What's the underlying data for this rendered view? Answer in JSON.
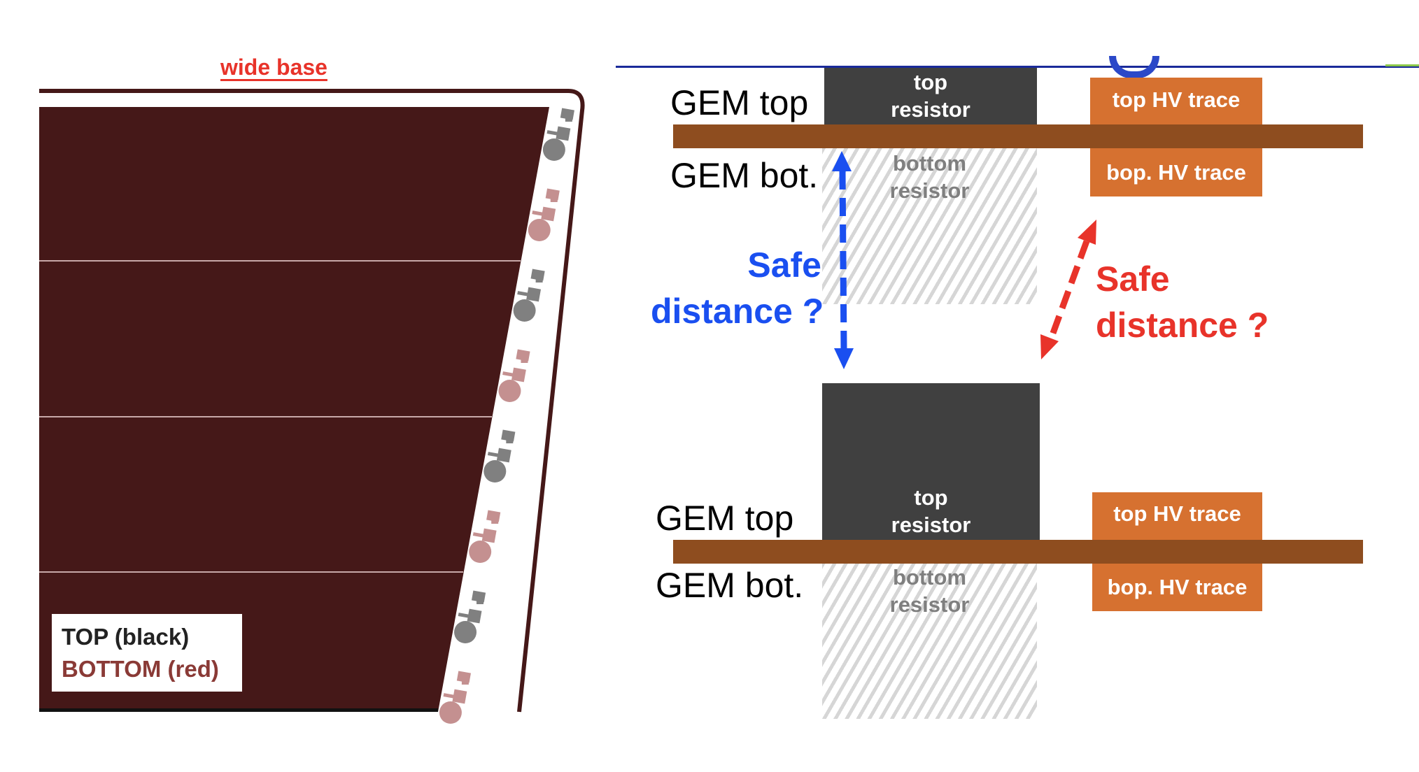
{
  "left_panel": {
    "header_label": "wide base",
    "legend": {
      "top_label": "TOP (black)",
      "bottom_label": "BOTTOM (red)"
    },
    "colors": {
      "foil": "#451818",
      "frame": "#451818",
      "top_pad": "#808080",
      "bottom_pad": "#c49090",
      "header_label": "#e8332a"
    },
    "segment_count": 4
  },
  "right_panel": {
    "upper": {
      "gem_top_label": "GEM top",
      "gem_bot_label": "GEM bot.",
      "top_resistor_line1": "top",
      "top_resistor_line2": "resistor",
      "bottom_resistor_line1": "bottom",
      "bottom_resistor_line2": "resistor",
      "top_hv_trace": "top HV trace",
      "bottom_hv_trace": "bop. HV trace"
    },
    "lower": {
      "gem_top_label": "GEM top",
      "gem_bot_label": "GEM bot.",
      "top_resistor_line1": "top",
      "top_resistor_line2": "resistor",
      "bottom_resistor_line1": "bottom",
      "bottom_resistor_line2": "resistor",
      "top_hv_trace": "top HV trace",
      "bottom_hv_trace": "bop. HV trace"
    },
    "vertical_question": {
      "line1": "Safe",
      "line2": "distance ?",
      "color": "#1a4ff0"
    },
    "diagonal_question": {
      "line1": "Safe",
      "line2": "distance ?",
      "color": "#e8332a"
    },
    "colors": {
      "substrate": "#8e4d1f",
      "top_resistor": "#404040",
      "hv_trace": "#d67130",
      "hatch": "#d6d6d6",
      "hatch_text": "#7f7f7f",
      "top_rule": "#1a2a9a"
    }
  }
}
